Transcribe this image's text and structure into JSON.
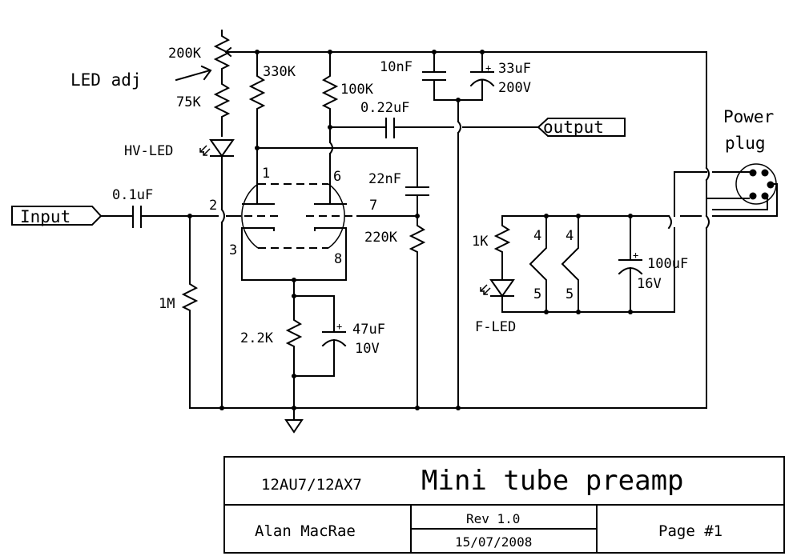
{
  "schematic": {
    "ports": {
      "input": "Input",
      "output": "output"
    },
    "components": {
      "pot": {
        "value": "200K"
      },
      "led_adj": {
        "label": "LED adj"
      },
      "r_75k": {
        "value": "75K"
      },
      "hv_led": {
        "label": "HV-LED"
      },
      "r_330k": {
        "value": "330K"
      },
      "r_100k": {
        "value": "100K"
      },
      "c_10nf": {
        "value": "10nF"
      },
      "c_33uf": {
        "value": "33uF",
        "voltage": "200V"
      },
      "c_022uf": {
        "value": "0.22uF"
      },
      "c_01uf": {
        "value": "0.1uF"
      },
      "c_22nf": {
        "value": "22nF"
      },
      "r_220k": {
        "value": "220K"
      },
      "r_1m": {
        "value": "1M"
      },
      "r_2_2k": {
        "value": "2.2K"
      },
      "c_47uf": {
        "value": "47uF",
        "voltage": "10V"
      },
      "r_1k": {
        "value": "1K"
      },
      "f_led": {
        "label": "F-LED"
      },
      "c_100uf": {
        "value": "100uF",
        "voltage": "16V"
      },
      "power_plug": {
        "label_line1": "Power",
        "label_line2": "plug"
      },
      "polarity_plus": "+"
    },
    "tube_pins": {
      "p1": "1",
      "p2": "2",
      "p3": "3",
      "p6": "6",
      "p7": "7",
      "p8": "8",
      "heater_a_top": "4",
      "heater_a_bottom": "5",
      "heater_b_top": "4",
      "heater_b_bottom": "5"
    }
  },
  "title_block": {
    "part": "12AU7/12AX7",
    "title": "Mini tube preamp",
    "author": "Alan MacRae",
    "revision": "Rev 1.0",
    "date": "15/07/2008",
    "page": "Page #1"
  }
}
